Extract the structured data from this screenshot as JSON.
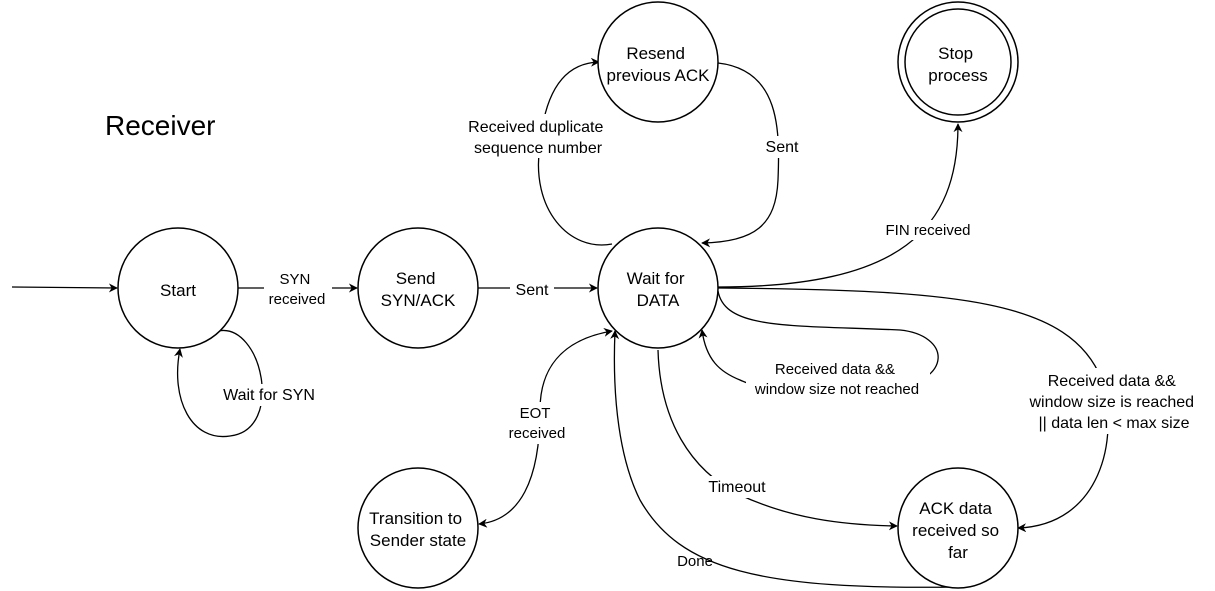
{
  "title": "Receiver",
  "states": {
    "start": [
      "Start"
    ],
    "send_synack": [
      "Send",
      "SYN/ACK"
    ],
    "wait_data": [
      "Wait for",
      "DATA"
    ],
    "resend_ack": [
      "Resend",
      "previous ACK"
    ],
    "stop": [
      "Stop",
      "process"
    ],
    "transition": [
      "Transition to",
      "Sender state"
    ],
    "ack_data": [
      "ACK data",
      "received so",
      "far"
    ]
  },
  "transitions": {
    "syn_received": [
      "SYN",
      "received"
    ],
    "wait_for_syn": [
      "Wait for SYN"
    ],
    "sent_to_wait": [
      "Sent"
    ],
    "duplicate_seq": [
      "Received duplicate",
      "sequence number"
    ],
    "sent_resend": [
      "Sent"
    ],
    "fin_received": [
      "FIN received"
    ],
    "window_not_reached": [
      "Received data &&",
      "window size not reached"
    ],
    "window_reached": [
      "Received data &&",
      "window size is reached",
      "|| data len < max size"
    ],
    "eot_received": [
      "EOT",
      "received"
    ],
    "timeout": [
      "Timeout"
    ],
    "done": [
      "Done"
    ]
  },
  "colors": {
    "stroke": "#000000",
    "background": "#ffffff"
  }
}
